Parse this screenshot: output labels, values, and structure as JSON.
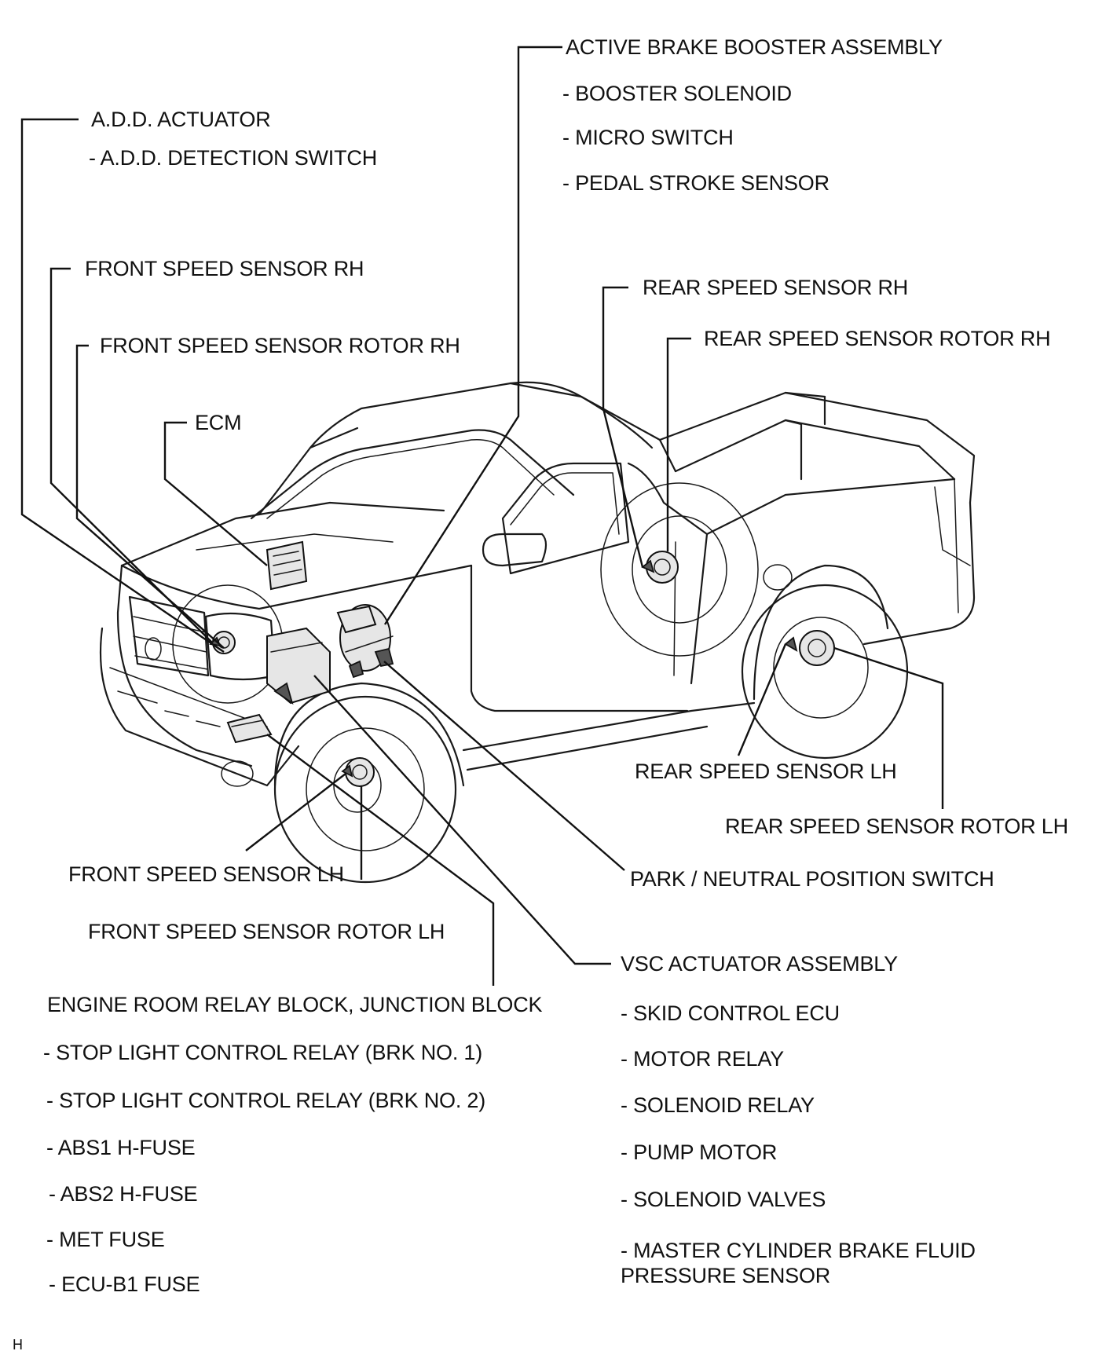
{
  "diagram": {
    "figure_code": "H",
    "labels": {
      "active_brake_booster": {
        "title": "ACTIVE BRAKE BOOSTER ASSEMBLY",
        "items": [
          "- BOOSTER SOLENOID",
          "- MICRO SWITCH",
          "- PEDAL STROKE SENSOR"
        ]
      },
      "add_actuator": {
        "title": "A.D.D. ACTUATOR",
        "items": [
          "- A.D.D. DETECTION SWITCH"
        ]
      },
      "front_speed_sensor_rh": "FRONT SPEED SENSOR RH",
      "front_speed_sensor_rotor_rh": "FRONT SPEED SENSOR ROTOR RH",
      "ecm": "ECM",
      "rear_speed_sensor_rh": "REAR SPEED SENSOR RH",
      "rear_speed_sensor_rotor_rh": "REAR SPEED SENSOR ROTOR RH",
      "rear_speed_sensor_lh": "REAR SPEED SENSOR LH",
      "rear_speed_sensor_rotor_lh": "REAR SPEED SENSOR ROTOR LH",
      "park_neutral_switch": "PARK / NEUTRAL POSITION SWITCH",
      "front_speed_sensor_lh": "FRONT SPEED SENSOR LH",
      "front_speed_sensor_rotor_lh": "FRONT SPEED SENSOR ROTOR LH",
      "engine_room_relay_block": {
        "title": "ENGINE ROOM RELAY BLOCK, JUNCTION BLOCK",
        "items": [
          "- STOP LIGHT CONTROL RELAY (BRK NO. 1)",
          "- STOP LIGHT CONTROL RELAY (BRK NO. 2)",
          "- ABS1 H-FUSE",
          "- ABS2 H-FUSE",
          "- MET FUSE",
          "- ECU-B1 FUSE"
        ]
      },
      "vsc_actuator": {
        "title": "VSC ACTUATOR ASSEMBLY",
        "items": [
          "- SKID CONTROL ECU",
          "- MOTOR RELAY",
          "- SOLENOID RELAY",
          "- PUMP MOTOR",
          "- SOLENOID VALVES",
          "- MASTER CYLINDER BRAKE FLUID PRESSURE SENSOR"
        ]
      }
    }
  }
}
